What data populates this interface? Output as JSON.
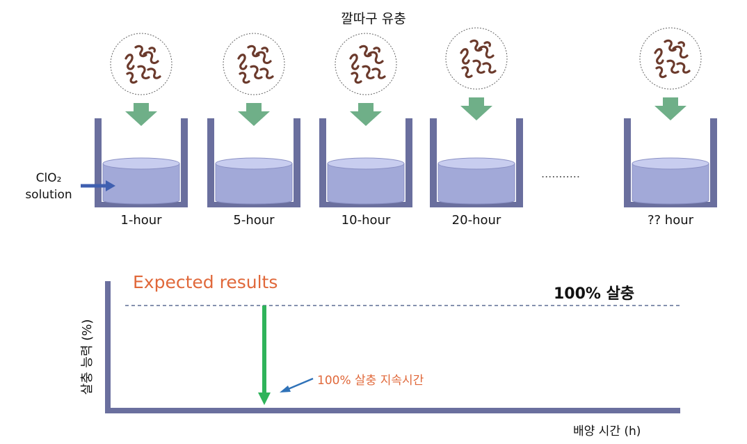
{
  "top_title": "깔따구 유충",
  "solution_label": [
    "ClO₂",
    "solution"
  ],
  "dots": "...........",
  "containers": [
    {
      "label": "1-hour"
    },
    {
      "label": "5-hour"
    },
    {
      "label": "10-hour"
    },
    {
      "label": "20-hour"
    },
    {
      "label": "?? hour"
    }
  ],
  "graph": {
    "title": "Expected results",
    "reference_label": "100% 살충",
    "annotation": "100% 살충 지속시간",
    "x_axis_label": "배양 시간 (h)",
    "y_axis_label": "살충 능력 (%)"
  },
  "colors": {
    "container": "#6a6f9e",
    "liquid": "#a2a9d8",
    "liquid_top": "#c8cdef",
    "arrow": "#6faf88",
    "larva": "#6b3a2c",
    "solution_arrow": "#3f5fb0",
    "green_bar": "#2fb35a",
    "blue_pointer": "#2f72b8",
    "accent_text": "#e0683a",
    "dashed_line": "#3c4f7e"
  }
}
